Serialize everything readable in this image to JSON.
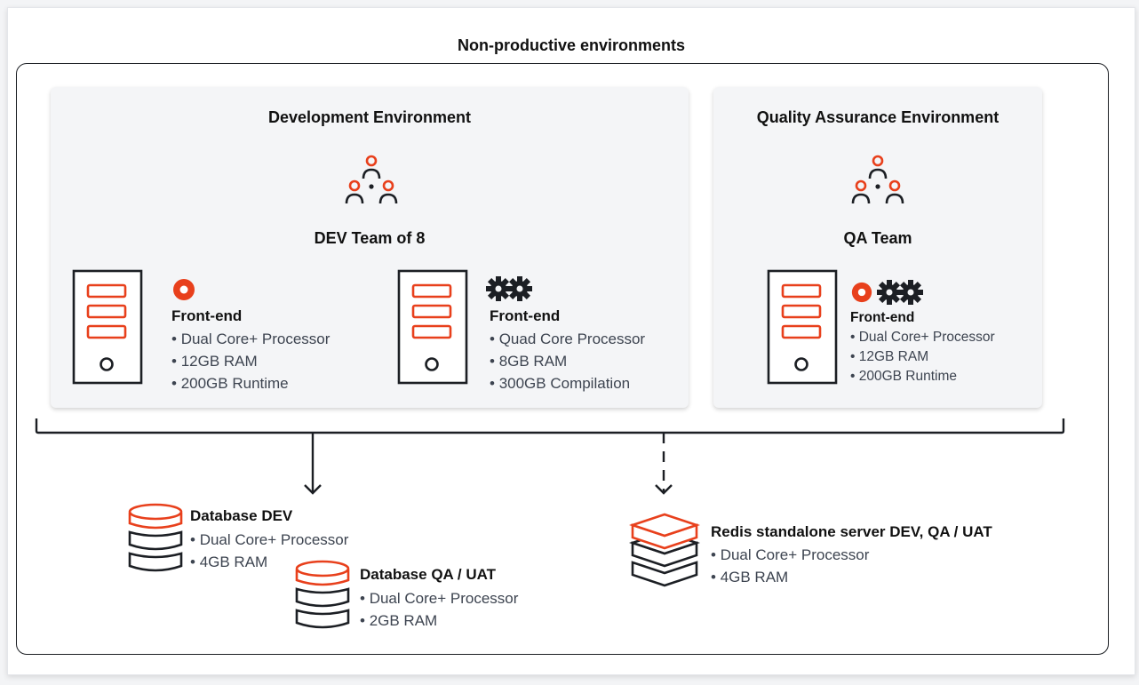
{
  "title": "Non-productive environments",
  "colors": {
    "accent": "#e8401c",
    "ink": "#1c1f24",
    "panel": "#f4f5f7"
  },
  "dev_env": {
    "title": "Development Environment",
    "team_icon": "team-network-icon",
    "team_label": "DEV Team of 8",
    "server1": {
      "icon": "runtime-dot-icon",
      "title": "Front-end",
      "specs": [
        "Dual Core+ Processor",
        "12GB RAM",
        "200GB Runtime"
      ]
    },
    "server2": {
      "icon": "gears-icon",
      "title": "Front-end",
      "specs": [
        "Quad Core Processor",
        "8GB RAM",
        "300GB Compilation"
      ]
    }
  },
  "qa_env": {
    "title": "Quality Assurance Environment",
    "team_icon": "team-network-icon",
    "team_label": "QA Team",
    "server": {
      "icons": [
        "runtime-dot-icon",
        "gears-icon"
      ],
      "title": "Front-end",
      "specs": [
        "Dual Core+ Processor",
        "12GB RAM",
        "200GB Runtime"
      ]
    }
  },
  "databases": [
    {
      "title": "Database DEV",
      "specs": [
        "Dual Core+ Processor",
        "4GB RAM"
      ],
      "icon": "database-icon"
    },
    {
      "title": "Database QA / UAT",
      "specs": [
        "Dual Core+ Processor",
        "2GB RAM"
      ],
      "icon": "database-icon"
    }
  ],
  "redis": {
    "title": "Redis standalone server DEV, QA / UAT",
    "specs": [
      "Dual Core+ Processor",
      "4GB RAM"
    ],
    "icon": "stacked-server-icon"
  }
}
